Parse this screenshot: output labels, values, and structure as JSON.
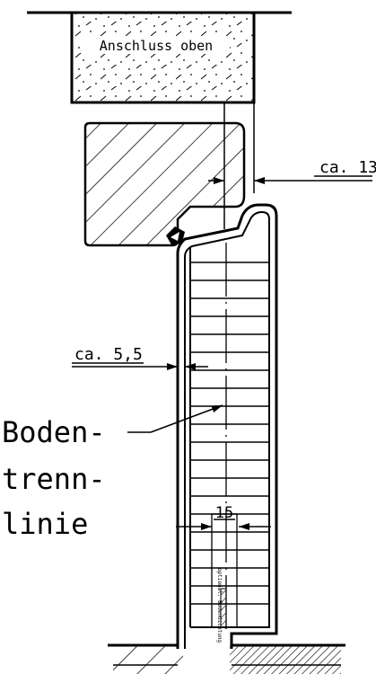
{
  "labels": {
    "connection_top": "Anschluss oben",
    "dim_top": "ca. 13",
    "dim_side": "ca. 5,5",
    "dim_bottom": "15",
    "optional": "optional: Bodendichtung",
    "floor_line_1": "Boden-",
    "floor_line_2": "trenn-",
    "floor_line_3": "linie"
  },
  "colors": {
    "line": "#000000",
    "background": "#ffffff"
  }
}
